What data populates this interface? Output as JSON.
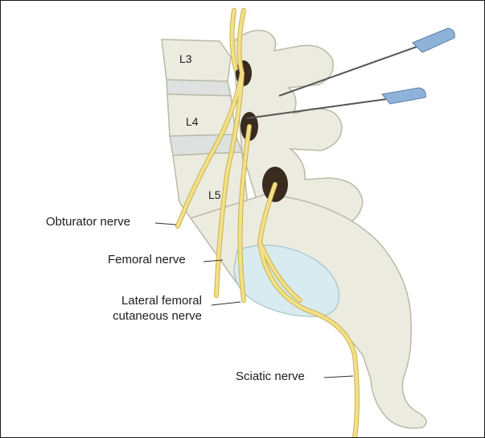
{
  "figure": {
    "vertebra_labels": [
      "L3",
      "L4",
      "L5"
    ],
    "nerve_labels": {
      "obturator": "Obturator nerve",
      "femoral": "Femoral nerve",
      "lateral_femoral_line1": "Lateral femoral",
      "lateral_femoral_line2": "cutaneous nerve",
      "sciatic": "Sciatic nerve"
    },
    "colors": {
      "bone": "#ecebe0",
      "bone_outline": "#bcb9a6",
      "disc": "#dde1df",
      "nerve": "#f2e08a",
      "nerve_outline": "#c9b34c",
      "foramen": "#3a2b1f",
      "muscle": "#d7ebf0",
      "needle_hub": "#8fb2d9",
      "line": "#333333"
    },
    "icons": [
      "needle-icon"
    ]
  }
}
